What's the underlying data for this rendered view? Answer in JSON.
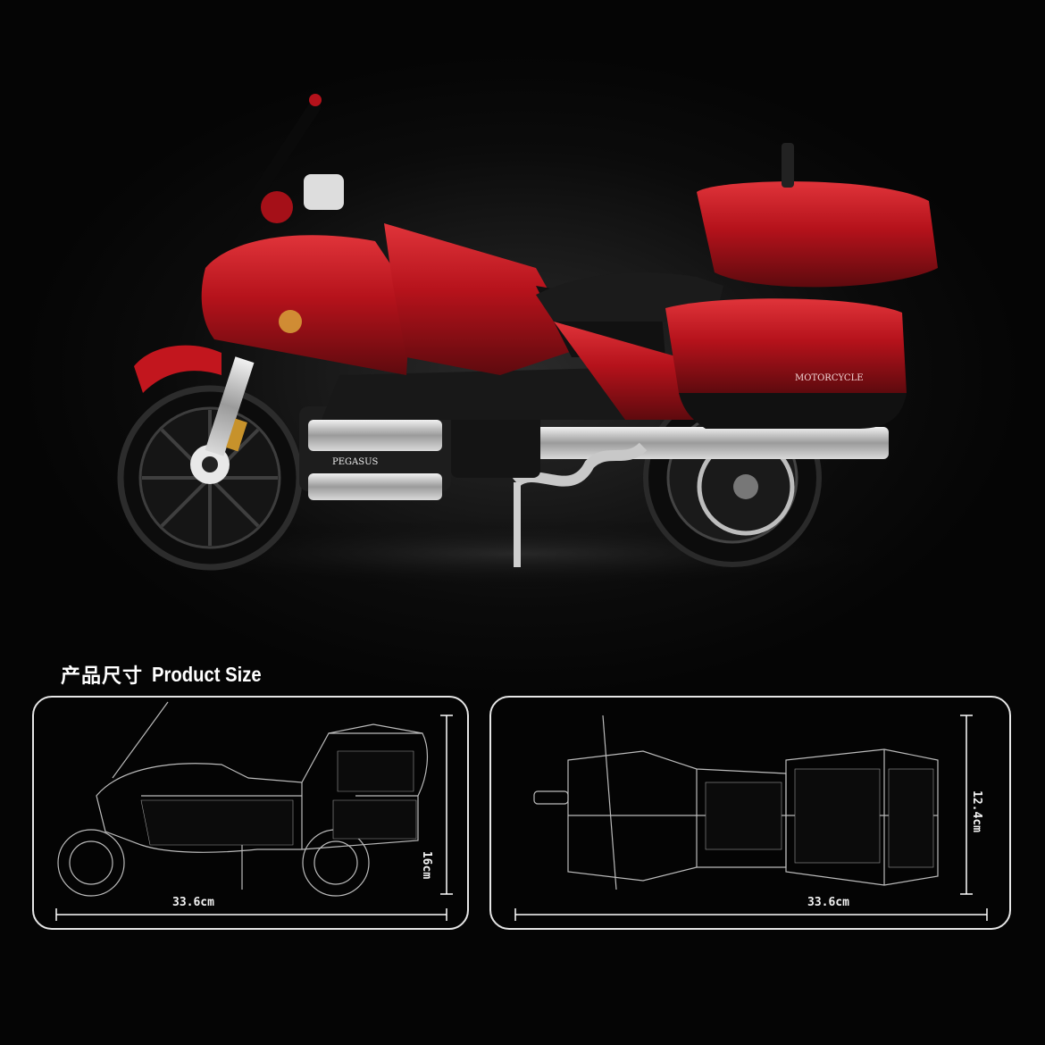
{
  "product": {
    "section_title_cn": "产品尺寸",
    "section_title_en": "Product Size",
    "fairing_text": "PEGASUS",
    "case_text": "MOTORCYCLE"
  },
  "dimensions": {
    "side_length": "33.6cm",
    "side_height": "16cm",
    "top_length": "33.6cm",
    "top_width": "12.4cm"
  },
  "colors": {
    "accent_red": "#b5121b",
    "background": "#050505",
    "line": "#e6e6e6"
  }
}
